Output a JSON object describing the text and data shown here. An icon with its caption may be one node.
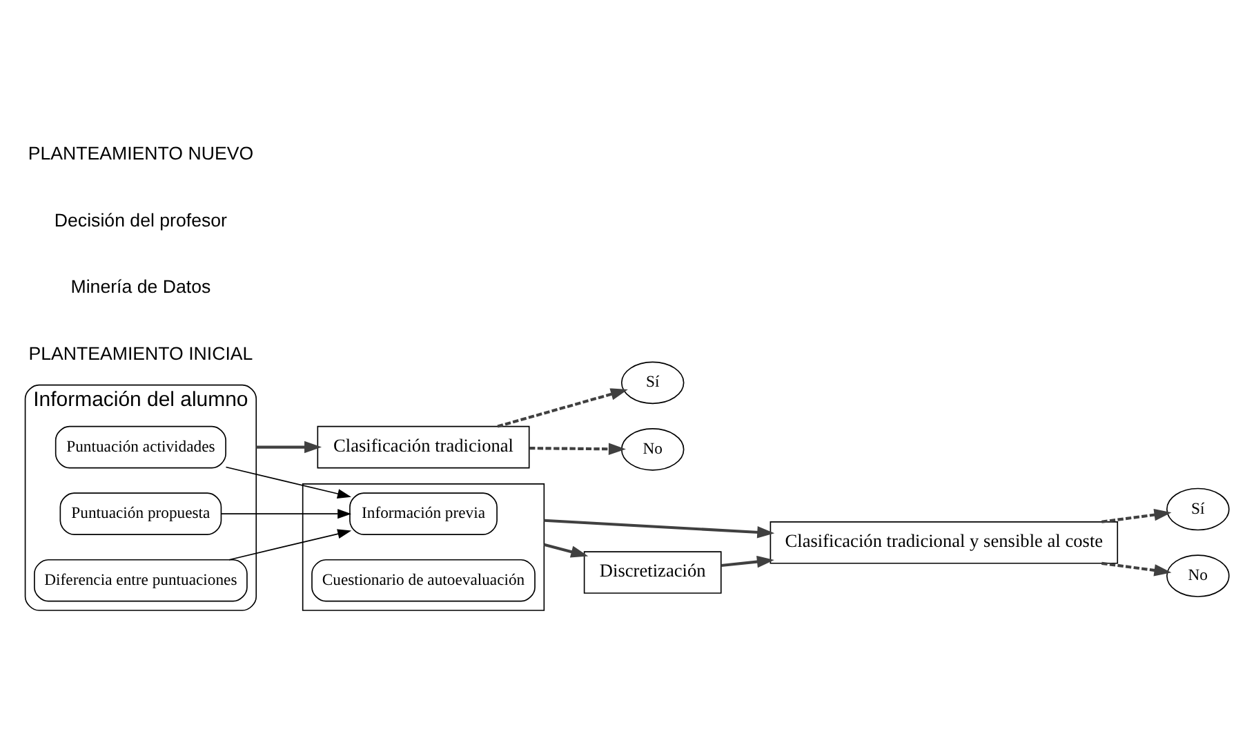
{
  "diagram": {
    "nodes": [
      {
        "text": [
          "Información del alumno"
        ]
      },
      {
        "text": [
          "Puntuación actividades"
        ],
        "in": 0
      },
      {
        "text": [
          "Puntuación propuesta"
        ],
        "in": 0
      },
      {
        "text": [
          "Diferencia entre puntuaciones"
        ],
        "in": 0
      },
      {
        "text": [
          "Clasificación tradicional"
        ]
      },
      {
        "text": [
          "Sí"
        ]
      },
      {
        "text": [
          "No"
        ]
      },
      {
        "text": [],
        "shape": "box"
      },
      {
        "text": [
          "Información previa"
        ],
        "in": 7
      },
      {
        "text": [
          "Cuestionario de autoevaluación"
        ],
        "in": 7
      },
      {
        "text": [
          "Clasificación tradicional y sensible al coste"
        ]
      },
      {
        "text": [
          "Sí"
        ]
      },
      {
        "text": [
          "No"
        ]
      },
      {
        "text": [
          "Discretización"
        ]
      }
    ],
    "edges": [
      {
        "from": 0,
        "to": 4,
        "arrow": "to"
      },
      {
        "from": 4,
        "to": 5,
        "arrow": "to",
        "style": "dashed"
      },
      {
        "from": 4,
        "to": 6,
        "arrow": "to",
        "style": "dashed"
      },
      {
        "from": 1,
        "to": 8,
        "arrow": "to",
        "color": "#000000"
      },
      {
        "from": 2,
        "to": 8,
        "arrow": "to",
        "color": "#000000"
      },
      {
        "from": 3,
        "to": 8,
        "arrow": "to",
        "color": "#000000"
      },
      {
        "from": 7,
        "to": 10,
        "arrow": "to"
      },
      {
        "from": 7,
        "to": 13,
        "arrow": "to"
      },
      {
        "from": 13,
        "to": 10,
        "arrow": "to"
      },
      {
        "from": 10,
        "to": 11,
        "arrow": "to",
        "style": "dashed"
      },
      {
        "from": 10,
        "to": 12,
        "arrow": "to",
        "style": "dashed"
      }
    ],
    "labels": [
      "PLANTEAMIENTO INICIAL",
      "Minería de Datos",
      "Decisión del profesor",
      "PLANTEAMIENTO NUEVO"
    ]
  }
}
